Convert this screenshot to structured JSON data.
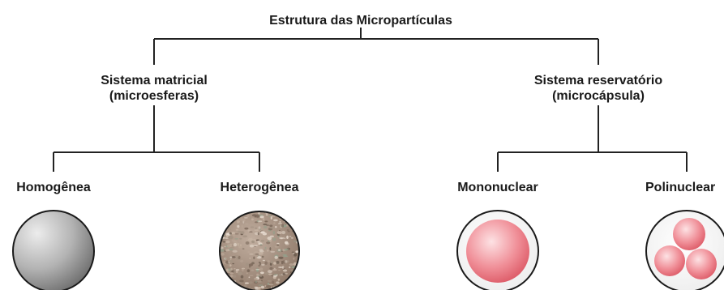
{
  "root": {
    "label": "Estrutura das Micropartículas"
  },
  "branches": [
    {
      "title": "Sistema matricial",
      "subtitle": "(microesferas)",
      "children": [
        {
          "label": "Homogênea",
          "particle": "homogeneous-sphere"
        },
        {
          "label": "Heterogênea",
          "particle": "heterogeneous-sphere"
        }
      ]
    },
    {
      "title": "Sistema reservatório",
      "subtitle": "(microcápsula)",
      "children": [
        {
          "label": "Mononuclear",
          "particle": "mononuclear-capsule"
        },
        {
          "label": "Polinuclear",
          "particle": "polynuclear-capsule"
        }
      ]
    }
  ],
  "colors": {
    "connector": "#222222",
    "homogeneous_light": "#e6e6e6",
    "homogeneous_dark": "#7a7a7a",
    "heterogeneous_base": "#a58f80",
    "capsule_shell": "#f2f2f2",
    "core_light": "#fbd3d6",
    "core_dark": "#de5c68"
  }
}
